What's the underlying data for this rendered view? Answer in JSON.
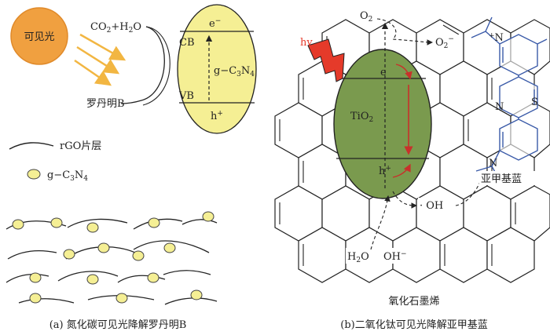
{
  "panel_a": {
    "sun_label": "可见光",
    "reactants": "CO₂+H₂O",
    "dye_label": "罗丹明B",
    "cb_label": "CB",
    "vb_label": "VB",
    "electron_label": "e⁻",
    "hole_label": "h⁺",
    "semiconductor_label": "g-C₃N₄",
    "legend_rgo": "rGO片层",
    "legend_gcn": "g−C₃N₄",
    "caption": "(a) 氮化碳可见光降解罗丹明B"
  },
  "panel_b": {
    "hv_label": "hv",
    "o2_label": "O₂",
    "superoxide_label": "O₂⁻",
    "electron_label": "e",
    "tio2_label": "TiO₂",
    "hole_label": "h⁺",
    "hydroxyl_label": "· OH",
    "water_label": "H₂O",
    "hydroxide_label": "OH⁻",
    "graphene_label": "氧化石墨烯",
    "dye_label": "亚甲基蓝",
    "mb_n_plus": "⁺N",
    "mb_n": "N",
    "mb_s": "S",
    "mb_n_low": "N",
    "caption": "(b)二氧化钛可见光降解亚甲基蓝"
  },
  "colors": {
    "sun": "#f0a040",
    "yellow_ellipse": "#f5ef94",
    "green_ellipse": "#7a9a4e",
    "light_arrow": "#f2b642",
    "red_arrow": "#c8312b",
    "molecule": "#3a5aa8"
  }
}
